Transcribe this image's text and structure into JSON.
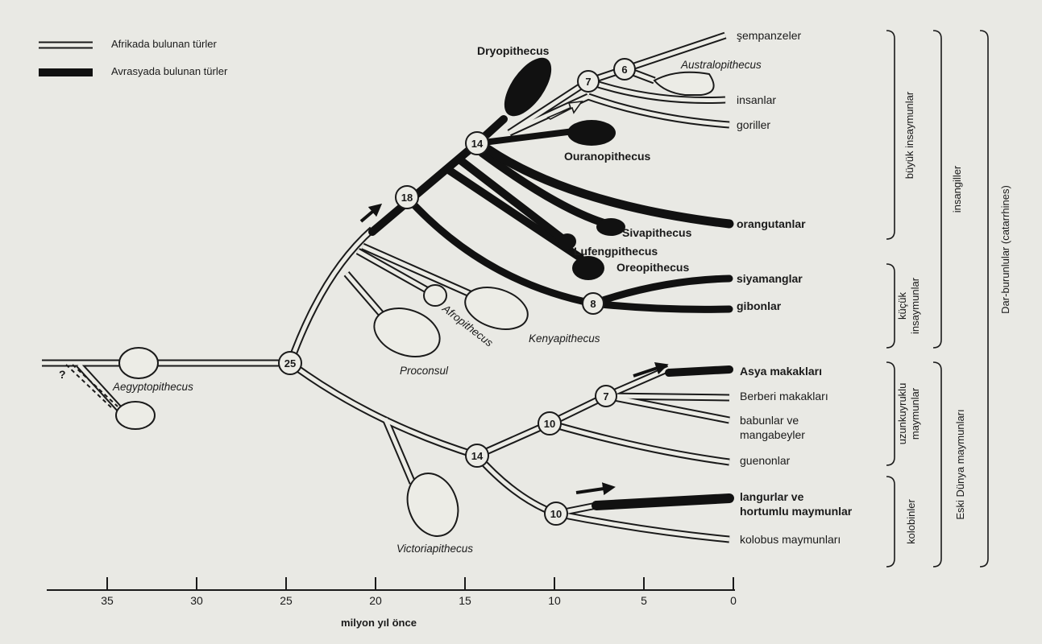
{
  "legend": {
    "africa": "Afrikada bulunan türler",
    "eurasia": "Avrasyada bulunan türler"
  },
  "axis": {
    "title": "milyon yıl önce",
    "ticks": [
      "35",
      "30",
      "25",
      "20",
      "15",
      "10",
      "5",
      "0"
    ]
  },
  "nodes": {
    "n25": "25",
    "n18": "18",
    "n14a": "14",
    "n7a": "7",
    "n6": "6",
    "n8": "8",
    "n14b": "14",
    "n10a": "10",
    "n7b": "7",
    "n10b": "10"
  },
  "fossils": {
    "aegyptopithecus": "Aegyptopithecus",
    "proconsul": "Proconsul",
    "afropithecus": "Afropithecus",
    "kenyapithecus": "Kenyapithecus",
    "victoriapithecus": "Victoriapithecus",
    "australopithecus": "Australopithecus",
    "dryopithecus": "Dryopithecus",
    "ouranopithecus": "Ouranopithecus",
    "sivapithecus": "Sivapithecus",
    "lufengpithecus": "Lufengpithecus",
    "oreopithecus": "Oreopithecus"
  },
  "question_mark": "?",
  "taxa": {
    "sempanzeler": "şempanzeler",
    "insanlar": "insanlar",
    "goriller": "goriller",
    "orangutanlar": "orangutanlar",
    "siyamanglar": "siyamanglar",
    "gibonlar": "gibonlar",
    "asya": "Asya makakları",
    "berberi": "Berberi makakları",
    "babunlar1": "babunlar ve",
    "babunlar2": "mangabeyler",
    "guenonlar": "guenonlar",
    "langur1": "langurlar ve",
    "langur2": "hortumlu maymunlar",
    "kolobus": "kolobus maymunları"
  },
  "groups": {
    "buyuk": "büyük insaymunlar",
    "kucuk1": "küçük",
    "kucuk2": "insaymunlar",
    "uzun1": "uzunkuyruklu",
    "uzun2": "maymunlar",
    "kolobinler": "kolobinler",
    "insangiller": "insangiller",
    "eski": "Eski Dünya maymunları",
    "dar": "Dar-burunlular (catarrhines)"
  }
}
